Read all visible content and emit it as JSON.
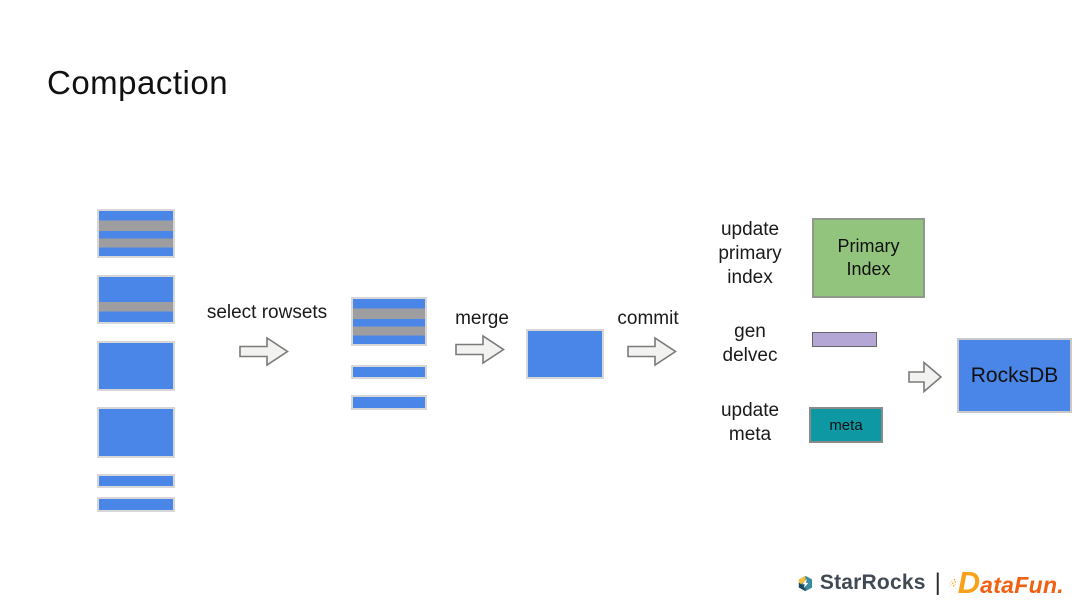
{
  "title": "Compaction",
  "flow": {
    "select_label": "select rowsets",
    "merge_label": "merge",
    "commit_label": "commit"
  },
  "outputs": [
    {
      "lines": [
        "update",
        "primary",
        "index"
      ]
    },
    {
      "lines": [
        "gen",
        "delvec"
      ]
    },
    {
      "lines": [
        "update",
        "meta"
      ]
    }
  ],
  "boxes": {
    "primary_index": {
      "line1": "Primary",
      "line2": "Index",
      "fill": "#93c47d"
    },
    "delvec_bar": {
      "fill": "#b4a7d6"
    },
    "meta": {
      "label": "meta",
      "fill": "#0e98a4"
    },
    "rocksdb": {
      "label": "RocksDB",
      "fill": "#4a86e8"
    }
  },
  "rowset_colors": {
    "blue": "#4a86e8",
    "gray_stripe": "#9e9ea1",
    "border": "#d7d7d7"
  },
  "arrow_colors": {
    "fill": "#f2f2f0",
    "stroke": "#7a7a7a"
  },
  "footer": {
    "starrocks_label": "StarRocks",
    "separator": "|",
    "datafun_d": "D",
    "datafun_rest": "ataFun."
  }
}
